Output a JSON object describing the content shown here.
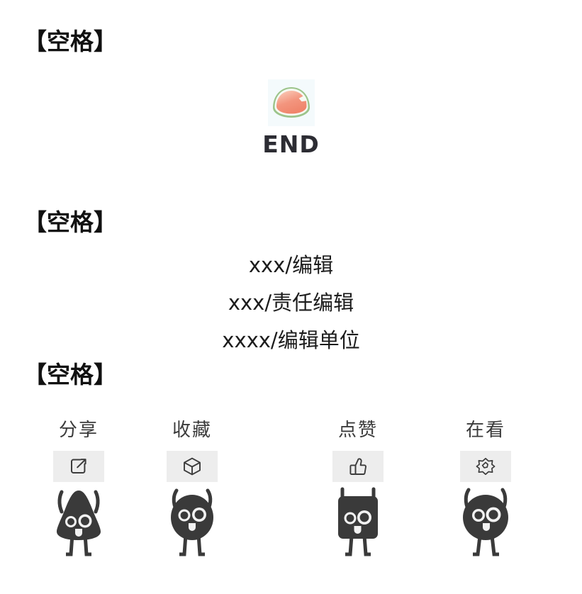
{
  "markers": [
    {
      "text": "【空格】"
    },
    {
      "text": "【空格】"
    },
    {
      "text": "【空格】"
    }
  ],
  "end_block": {
    "emoji_name": "watermelon-slice",
    "label": "END",
    "colors": {
      "flesh": "#f2937c",
      "flesh_light": "#f8b6a3",
      "rind_white": "#f4f9f2",
      "rind_green": "#8dbb7e",
      "plate_bg": "#f4fafc",
      "label": "#2c2c33"
    }
  },
  "credits": {
    "lines": [
      "xxx/编辑",
      "xxx/责任编辑",
      "xxxx/编辑单位"
    ]
  },
  "actions": {
    "items": [
      {
        "label": "分享",
        "icon": "share-external-link-icon",
        "body_shape": "triangle",
        "arms": "curved-up"
      },
      {
        "label": "收藏",
        "icon": "cube-box-icon",
        "body_shape": "oval",
        "arms": "curved-up"
      },
      {
        "label": "点赞",
        "icon": "thumbs-up-icon",
        "body_shape": "square",
        "arms": "straight-up"
      },
      {
        "label": "在看",
        "icon": "flower-star-icon",
        "body_shape": "circle",
        "arms": "curved-up"
      }
    ],
    "colors": {
      "plate": "#ededed",
      "icon_stroke": "#3c3c3c",
      "creature": "#3a3a3a",
      "label": "#3b3b3b",
      "eye": "#f2f2f2"
    }
  }
}
